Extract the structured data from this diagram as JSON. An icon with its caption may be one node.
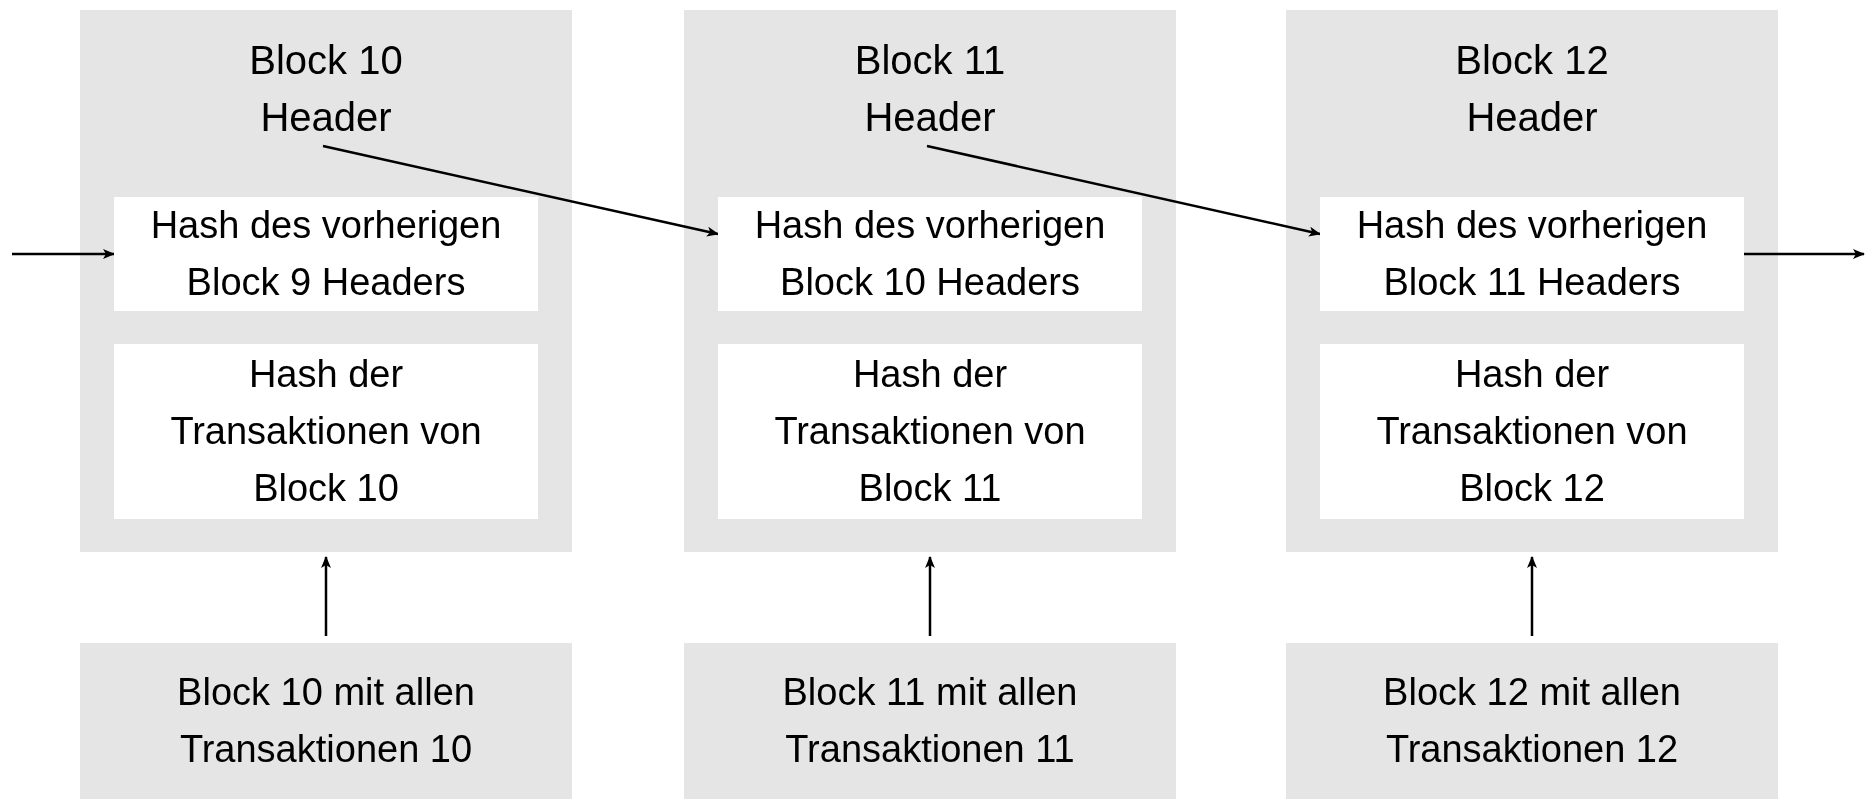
{
  "diagram": {
    "nodes": [
      {
        "text": [],
        "shape": "box"
      },
      {
        "text": [
          "Block 10 Header"
        ],
        "in": 0
      },
      {
        "text": [
          "Hash des vorherigen Block 9 Headers"
        ],
        "in": 0
      },
      {
        "text": [
          "Hash der Transaktionen von Block 10"
        ],
        "in": 0
      },
      {
        "text": [],
        "shape": "box"
      },
      {
        "text": [
          "Block 11 Header"
        ],
        "in": 4
      },
      {
        "text": [
          "Hash des vorherigen Block 10 Headers"
        ],
        "in": 4
      },
      {
        "text": [
          "Hash der Transaktionen von Block 11"
        ],
        "in": 4
      },
      {
        "text": [],
        "shape": "box"
      },
      {
        "text": [
          "Block 12 Header"
        ],
        "in": 8
      },
      {
        "text": [
          "Hash des vorherigen Block 11 Headers"
        ],
        "in": 8
      },
      {
        "text": [
          "Hash der Transaktionen von Block 12"
        ],
        "in": 8
      },
      {
        "text": [
          "Block 10 mit allen Transaktionen 10"
        ]
      },
      {
        "text": [
          "Block 11 mit allen Transaktionen 11"
        ]
      },
      {
        "text": [
          "Block 12 mit allen Transaktionen 12"
        ]
      }
    ],
    "edges": [
      {
        "from": null,
        "to": 2,
        "arrow": "to"
      },
      {
        "from": 1,
        "to": 6,
        "arrow": "to"
      },
      {
        "from": 5,
        "to": 10,
        "arrow": "to"
      },
      {
        "from": 10,
        "to": null,
        "arrow": "to"
      },
      {
        "from": 12,
        "to": 0,
        "arrow": "to"
      },
      {
        "from": 13,
        "to": 4,
        "arrow": "to"
      },
      {
        "from": 14,
        "to": 8,
        "arrow": "to"
      }
    ]
  }
}
